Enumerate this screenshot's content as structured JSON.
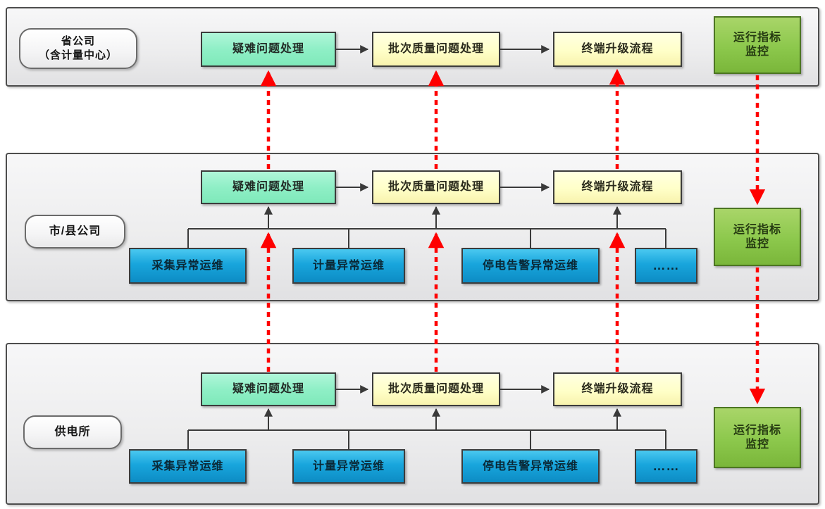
{
  "colors": {
    "process_green": "#8FEFC6",
    "process_yellow": "#FFFFCC",
    "ops_blue": "#18A5DC",
    "monitor_green": "#8CC84C",
    "arrow_red": "#FF0000",
    "connector_dark": "#3A3A3A",
    "lane_background": "#EFEFF0",
    "lane_border": "#4D4D4D"
  },
  "lanes": [
    {
      "name": "province",
      "label_lines": [
        "省公司",
        "（含计量中心）"
      ],
      "nodes": {
        "difficult": "疑难问题处理",
        "batch": "批次质量问题处理",
        "upgrade": "终端升级流程",
        "monitor_lines": [
          "运行指标",
          "监控"
        ]
      }
    },
    {
      "name": "city-county",
      "label_lines": [
        "市/县公司"
      ],
      "nodes": {
        "difficult": "疑难问题处理",
        "batch": "批次质量问题处理",
        "upgrade": "终端升级流程",
        "monitor_lines": [
          "运行指标",
          "监控"
        ],
        "collection": "采集异常运维",
        "metering": "计量异常运维",
        "outage_alarm": "停电告警异常运维",
        "more": "……"
      }
    },
    {
      "name": "power-supply-station",
      "label_lines": [
        "供电所"
      ],
      "nodes": {
        "difficult": "疑难问题处理",
        "batch": "批次质量问题处理",
        "upgrade": "终端升级流程",
        "monitor_lines": [
          "运行指标",
          "监控"
        ],
        "collection": "采集异常运维",
        "metering": "计量异常运维",
        "outage_alarm": "停电告警异常运维",
        "more": "……"
      }
    }
  ]
}
